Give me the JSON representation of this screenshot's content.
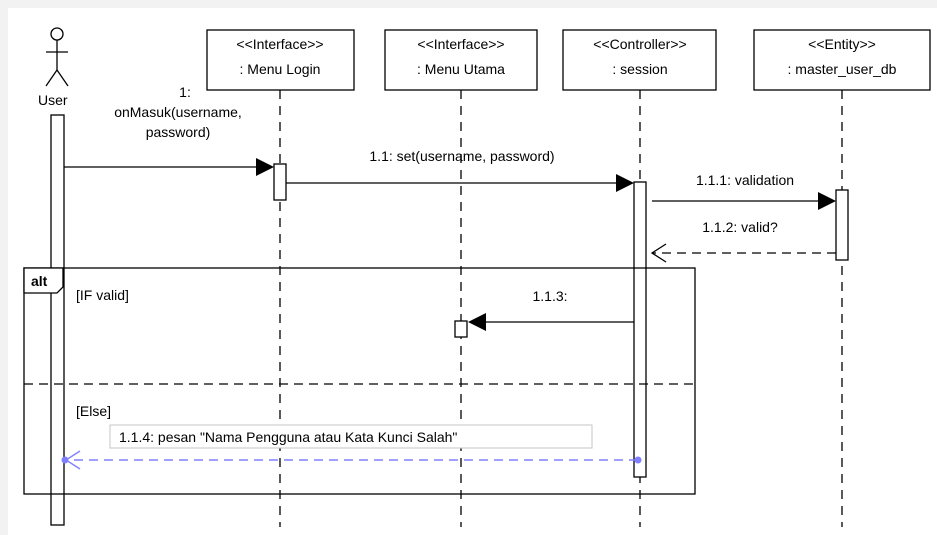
{
  "actor": {
    "name": "User"
  },
  "lifelines": [
    {
      "stereotype": "<<Interface>>",
      "name": ": Menu Login"
    },
    {
      "stereotype": "<<Interface>>",
      "name": ": Menu Utama"
    },
    {
      "stereotype": "<<Controller>>",
      "name": ": session"
    },
    {
      "stereotype": "<<Entity>>",
      "name": ": master_user_db"
    }
  ],
  "messages": {
    "m1_number": "1:",
    "m1_line1": "onMasuk(username,",
    "m1_line2": "password)",
    "m11": "1.1: set(username, password)",
    "m111": "1.1.1: validation",
    "m112": "1.1.2: valid?",
    "m113": "1.1.3:",
    "m114": "1.1.4: pesan \"Nama Pengguna atau Kata Kunci Salah\""
  },
  "fragment": {
    "operator": "alt",
    "guard_if": "[IF valid]",
    "guard_else": "[Else]"
  },
  "colors": {
    "line": "#000000",
    "highlight_message": "#8080ff",
    "canvas": "#ffffff",
    "background": "#f2f2f2"
  }
}
